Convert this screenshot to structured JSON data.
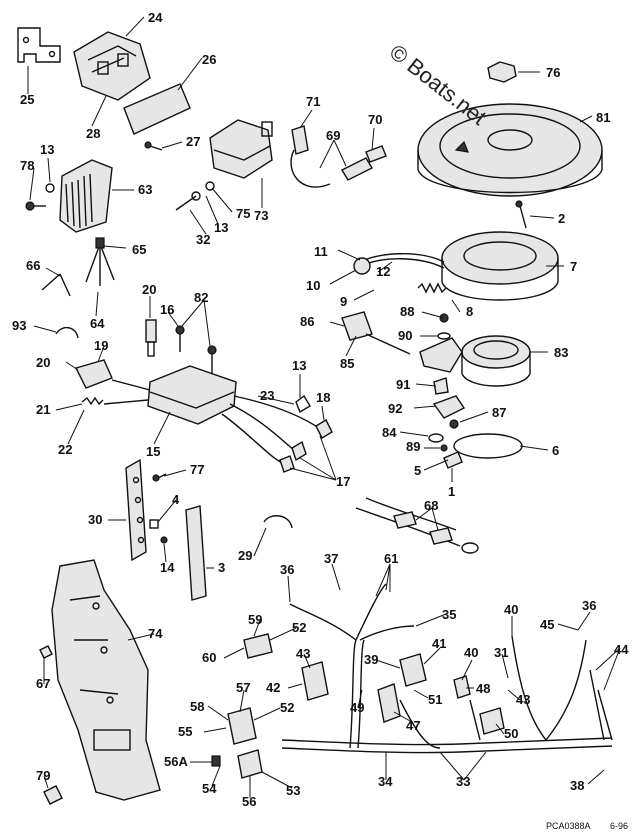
{
  "watermark": "© Boats.net",
  "diagram_code": "PCA0388A",
  "diagram_date": "6-96",
  "callouts": [
    "24",
    "25",
    "26",
    "28",
    "27",
    "71",
    "69",
    "70",
    "76",
    "81",
    "13",
    "78",
    "63",
    "73",
    "32",
    "13",
    "75",
    "2",
    "11",
    "10",
    "12",
    "9",
    "7",
    "66",
    "65",
    "64",
    "20",
    "16",
    "82",
    "88",
    "8",
    "86",
    "90",
    "83",
    "93",
    "19",
    "85",
    "20",
    "13",
    "23",
    "91",
    "18",
    "21",
    "15",
    "92",
    "87",
    "84",
    "89",
    "6",
    "22",
    "17",
    "5",
    "1",
    "77",
    "4",
    "30",
    "68",
    "14",
    "3",
    "29",
    "37",
    "61",
    "36",
    "35",
    "40",
    "36",
    "45",
    "59",
    "52",
    "39",
    "41",
    "31",
    "60",
    "43",
    "40",
    "44",
    "48",
    "42",
    "43",
    "74",
    "57",
    "58",
    "52",
    "49",
    "51",
    "50",
    "67",
    "55",
    "47",
    "34",
    "33",
    "38",
    "56A",
    "54",
    "56",
    "53",
    "79"
  ]
}
